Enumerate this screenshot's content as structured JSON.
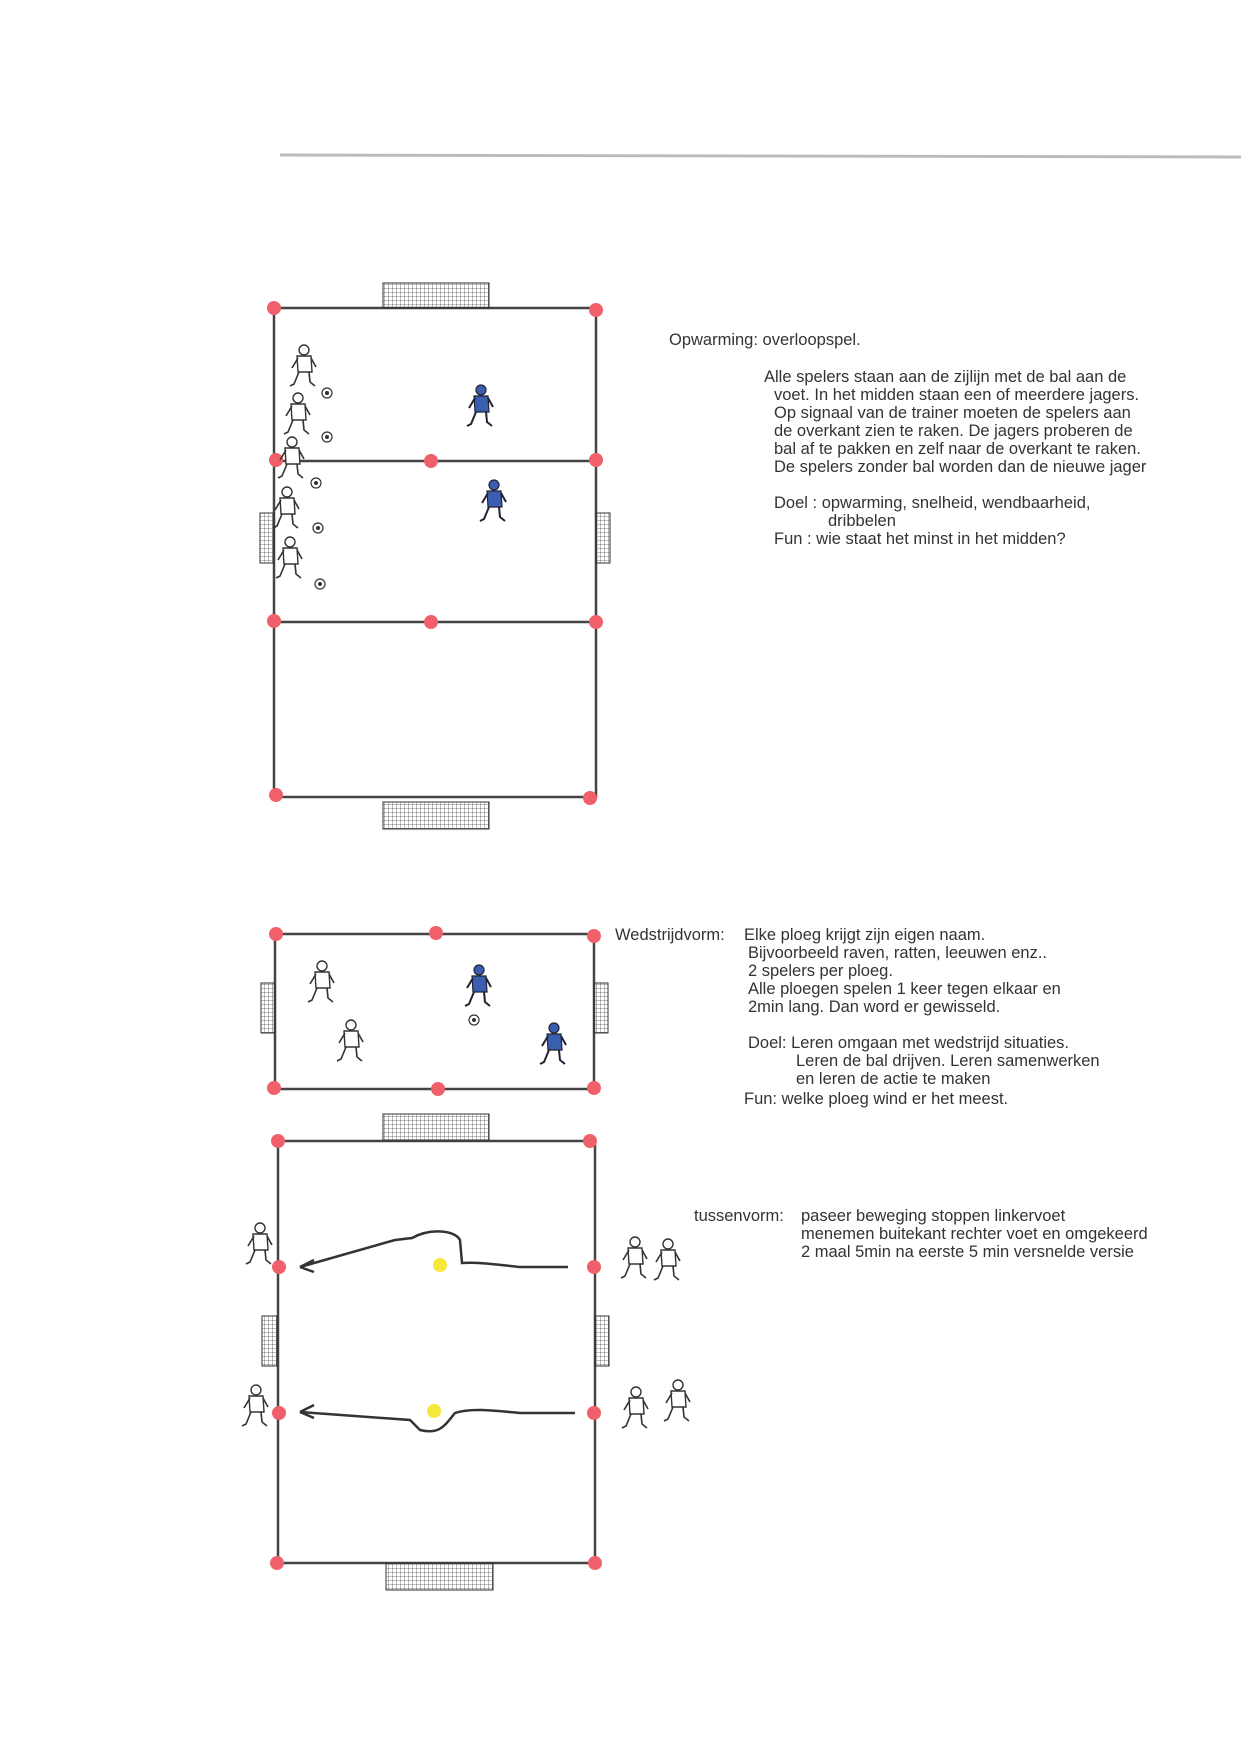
{
  "section1": {
    "title": "Opwarming: overloopspel.",
    "lines": [
      "Alle spelers staan aan de zijlijn met de bal aan de",
      "voet. In het midden staan een of meerdere jagers.",
      "Op signaal van de trainer moeten de spelers aan",
      "de overkant zien te raken. De jagers proberen de",
      "bal af te pakken en zelf naar de overkant te raken.",
      "De spelers zonder bal worden dan de nieuwe jager"
    ],
    "doel_label": "Doel :",
    "doel_lines": [
      "opwarming, snelheid, wendbaarheid,",
      "dribbelen"
    ],
    "fun": "Fun : wie staat het minst in het midden?"
  },
  "section2": {
    "title": "Wedstrijdvorm:",
    "lines": [
      "Elke ploeg krijgt zijn eigen naam.",
      "Bijvoorbeeld raven, ratten, leeuwen enz..",
      "2 spelers per ploeg.",
      "Alle ploegen spelen 1 keer tegen elkaar en",
      "2min lang. Dan word er gewisseld."
    ],
    "doel_label": "Doel:",
    "doel_lines": [
      "Leren omgaan met wedstrijd situaties.",
      "Leren de bal drijven. Leren samenwerken",
      "en leren de actie te maken"
    ],
    "fun": "Fun: welke ploeg wind er het meest."
  },
  "section3": {
    "title": "tussenvorm:",
    "lines": [
      "paseer beweging stoppen linkervoet",
      "menemen buitekant rechter voet en omgekeerd",
      "2 maal 5min na eerste 5 min versnelde versie"
    ]
  },
  "colors": {
    "cone": "#f0606a",
    "line": "#444444",
    "blue_player": "#3a5fb0",
    "yellow_ball": "#f5e83a"
  }
}
